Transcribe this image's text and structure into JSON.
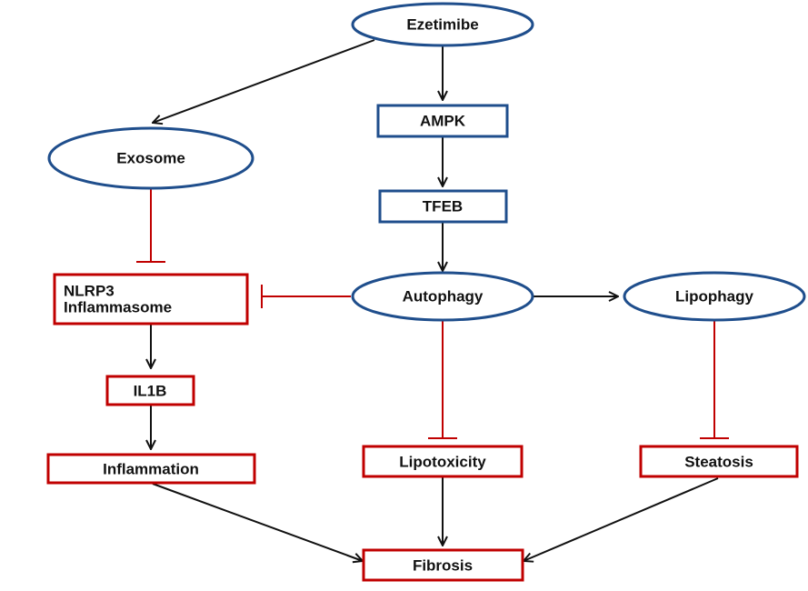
{
  "colors": {
    "blue_outline": "#1f4e8c",
    "red_outline": "#c00000",
    "arrow": "#111111",
    "inhibit": "#c00000",
    "text": "#111111",
    "background": "#ffffff"
  },
  "nodes": {
    "ezetimibe": "Ezetimibe",
    "ampk": "AMPK",
    "tfeb": "TFEB",
    "autophagy": "Autophagy",
    "lipophagy": "Lipophagy",
    "exosome": "Exosome",
    "nlrp3_line1": "NLRP3",
    "nlrp3_line2": "Inflammasome",
    "il1b": "IL1B",
    "inflammation": "Inflammation",
    "lipotoxicity": "Lipotoxicity",
    "steatosis": "Steatosis",
    "fibrosis": "Fibrosis"
  },
  "edges": [
    {
      "from": "Ezetimibe",
      "to": "Exosome",
      "type": "activation"
    },
    {
      "from": "Ezetimibe",
      "to": "AMPK",
      "type": "activation"
    },
    {
      "from": "AMPK",
      "to": "TFEB",
      "type": "activation"
    },
    {
      "from": "TFEB",
      "to": "Autophagy",
      "type": "activation"
    },
    {
      "from": "Autophagy",
      "to": "Lipophagy",
      "type": "activation"
    },
    {
      "from": "Exosome",
      "to": "NLRP3 Inflammasome",
      "type": "inhibition"
    },
    {
      "from": "Autophagy",
      "to": "NLRP3 Inflammasome",
      "type": "inhibition"
    },
    {
      "from": "NLRP3 Inflammasome",
      "to": "IL1B",
      "type": "activation"
    },
    {
      "from": "IL1B",
      "to": "Inflammation",
      "type": "activation"
    },
    {
      "from": "Autophagy",
      "to": "Lipotoxicity",
      "type": "inhibition"
    },
    {
      "from": "Lipophagy",
      "to": "Steatosis",
      "type": "inhibition"
    },
    {
      "from": "Inflammation",
      "to": "Fibrosis",
      "type": "activation"
    },
    {
      "from": "Lipotoxicity",
      "to": "Fibrosis",
      "type": "activation"
    },
    {
      "from": "Steatosis",
      "to": "Fibrosis",
      "type": "activation"
    }
  ]
}
